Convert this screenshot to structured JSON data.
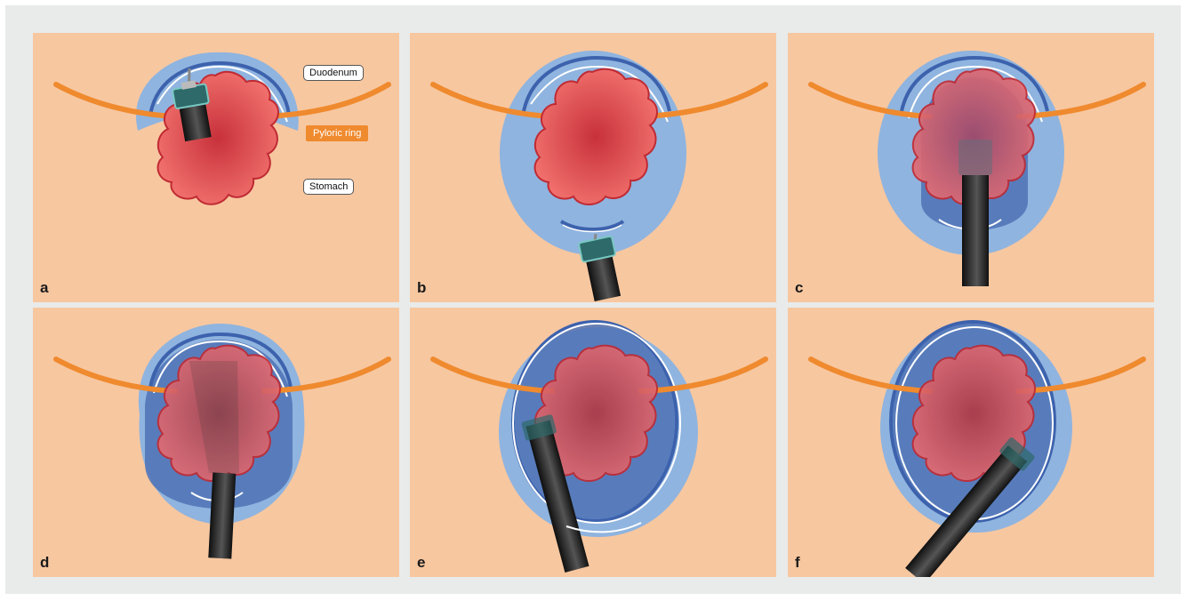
{
  "panels": [
    {
      "letter": "a"
    },
    {
      "letter": "b"
    },
    {
      "letter": "c"
    },
    {
      "letter": "d"
    },
    {
      "letter": "e"
    },
    {
      "letter": "f"
    }
  ],
  "labels": {
    "duodenum": "Duodenum",
    "pyloric_ring": "Pyloric ring",
    "stomach": "Stomach"
  },
  "colors": {
    "background": "#f7c7a0",
    "pyloric_ring": "#ef8a2e",
    "submucosal_injection": "#8fb4df",
    "dissection_area": "#4f72b5",
    "lesion": "#ef6766",
    "lesion_border": "#c02a33",
    "endoscope": "#1f1f1f",
    "cap": "#79c8c3"
  }
}
